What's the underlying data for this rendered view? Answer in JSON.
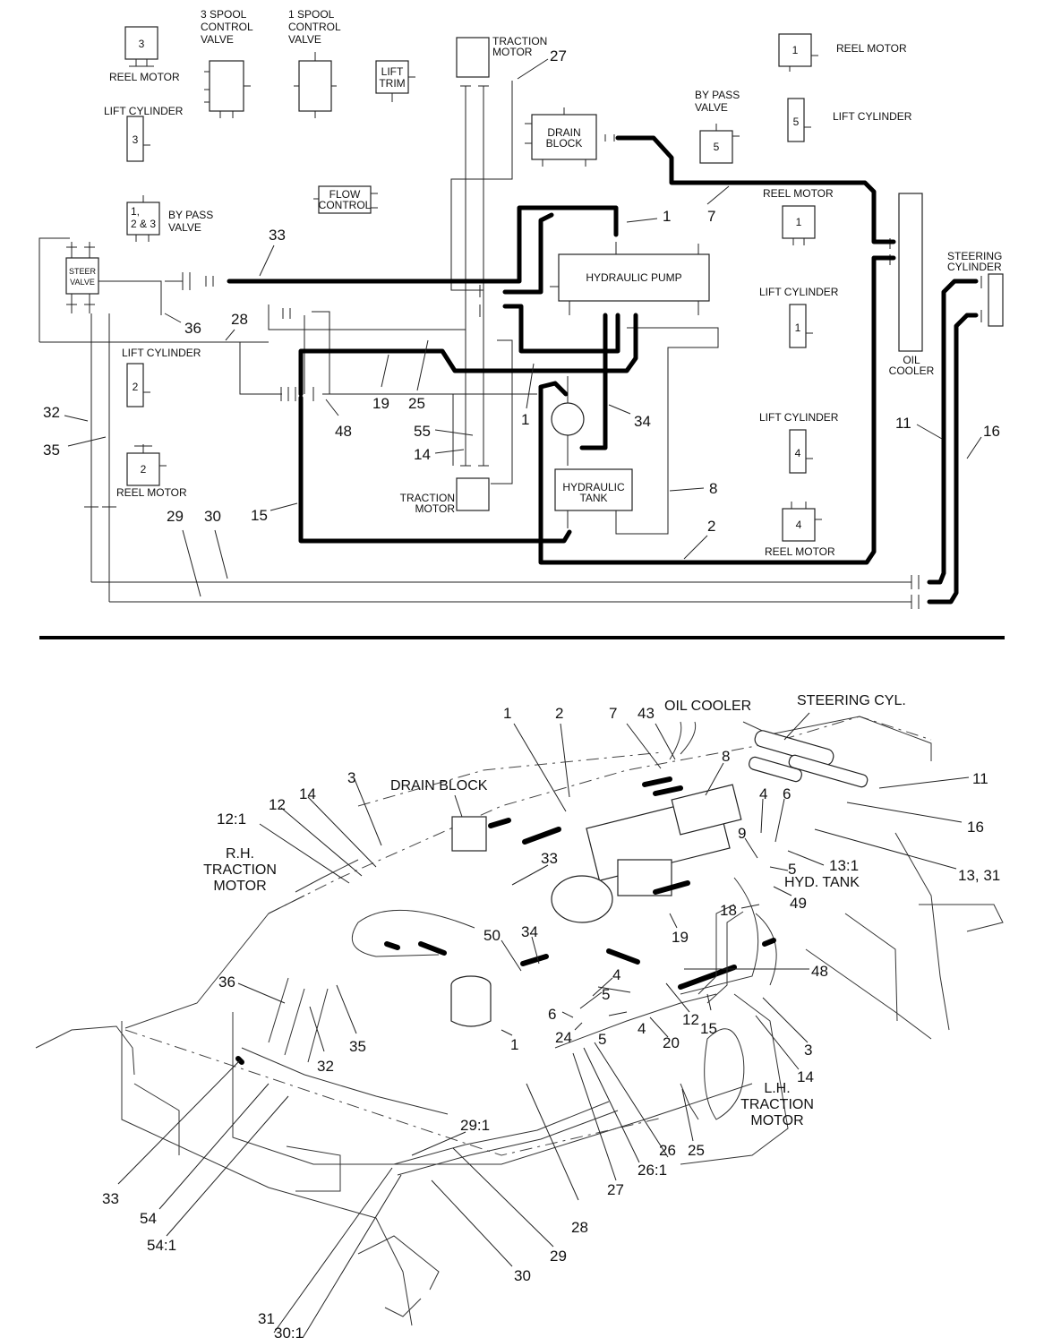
{
  "schematic": {
    "components": {
      "reel_motor_3": {
        "num": "3",
        "label": "REEL MOTOR"
      },
      "spool3": {
        "l1": "3 SPOOL",
        "l2": "CONTROL",
        "l3": "VALVE"
      },
      "spool1": {
        "l1": "1 SPOOL",
        "l2": "CONTROL",
        "l3": "VALVE"
      },
      "lift_trim": {
        "l1": "LIFT",
        "l2": "TRIM"
      },
      "traction_motor_top": {
        "l1": "TRACTION",
        "l2": "MOTOR"
      },
      "reel_motor_1_top": {
        "num": "1",
        "label": "REEL MOTOR"
      },
      "lift_cyl_3": {
        "num": "3",
        "label": "LIFT CYLINDER"
      },
      "drain_block": {
        "l1": "DRAIN",
        "l2": "BLOCK"
      },
      "bypass_5": {
        "num": "5",
        "l1": "BY PASS",
        "l2": "VALVE"
      },
      "lift_cyl_5": {
        "num": "5",
        "label": "LIFT CYLINDER"
      },
      "bypass_123": {
        "l1": "1,",
        "l2": "2 & 3",
        "t1": "BY PASS",
        "t2": "VALVE"
      },
      "flow_control": {
        "l1": "FLOW",
        "l2": "CONTROL"
      },
      "reel_motor_1_mid": {
        "num": "1",
        "label": "REEL MOTOR"
      },
      "steer_valve": {
        "l1": "STEER",
        "l2": "VALVE"
      },
      "hydraulic_pump": {
        "label": "HYDRAULIC PUMP"
      },
      "steering_cyl": {
        "l1": "STEERING",
        "l2": "CYLINDER"
      },
      "lift_cyl_1": {
        "num": "1",
        "label": "LIFT CYLINDER"
      },
      "oil_cooler": {
        "l1": "OIL",
        "l2": "COOLER"
      },
      "lift_cyl_2": {
        "num": "2",
        "label": "LIFT CYLINDER"
      },
      "lift_cyl_4": {
        "num": "4",
        "label": "LIFT CYLINDER"
      },
      "reel_motor_2": {
        "num": "2",
        "label": "REEL MOTOR"
      },
      "hydraulic_tank": {
        "l1": "HYDRAULIC",
        "l2": "TANK"
      },
      "traction_motor_bot": {
        "l1": "TRACTION",
        "l2": "MOTOR"
      },
      "reel_motor_4": {
        "num": "4",
        "label": "REEL MOTOR"
      }
    },
    "callouts": [
      "27",
      "1",
      "7",
      "33",
      "36",
      "28",
      "19",
      "25",
      "48",
      "1",
      "34",
      "55",
      "14",
      "8",
      "2",
      "15",
      "29",
      "30",
      "32",
      "35",
      "11",
      "16"
    ]
  },
  "assembly": {
    "labels": {
      "oil_cooler": "OIL COOLER",
      "steering_cyl": "STEERING CYL.",
      "drain_block": "DRAIN BLOCK",
      "rh_1": "R.H.",
      "rh_2": "TRACTION",
      "rh_3": "MOTOR",
      "hyd_tank": "HYD. TANK",
      "lh_1": "L.H.",
      "lh_2": "TRACTION",
      "lh_3": "MOTOR"
    },
    "callouts": [
      "1",
      "2",
      "7",
      "43",
      "8",
      "11",
      "16",
      "3",
      "14",
      "12",
      "12:1",
      "4",
      "6",
      "9",
      "5",
      "13:1",
      "13, 31",
      "33",
      "49",
      "18",
      "50",
      "34",
      "19",
      "48",
      "36",
      "4",
      "5",
      "6",
      "24",
      "1",
      "20",
      "12",
      "15",
      "3",
      "14",
      "32",
      "35",
      "33",
      "54",
      "54:1",
      "29:1",
      "31",
      "30:1",
      "30",
      "29",
      "28",
      "27",
      "26:1",
      "26",
      "25",
      "4",
      "5"
    ]
  }
}
